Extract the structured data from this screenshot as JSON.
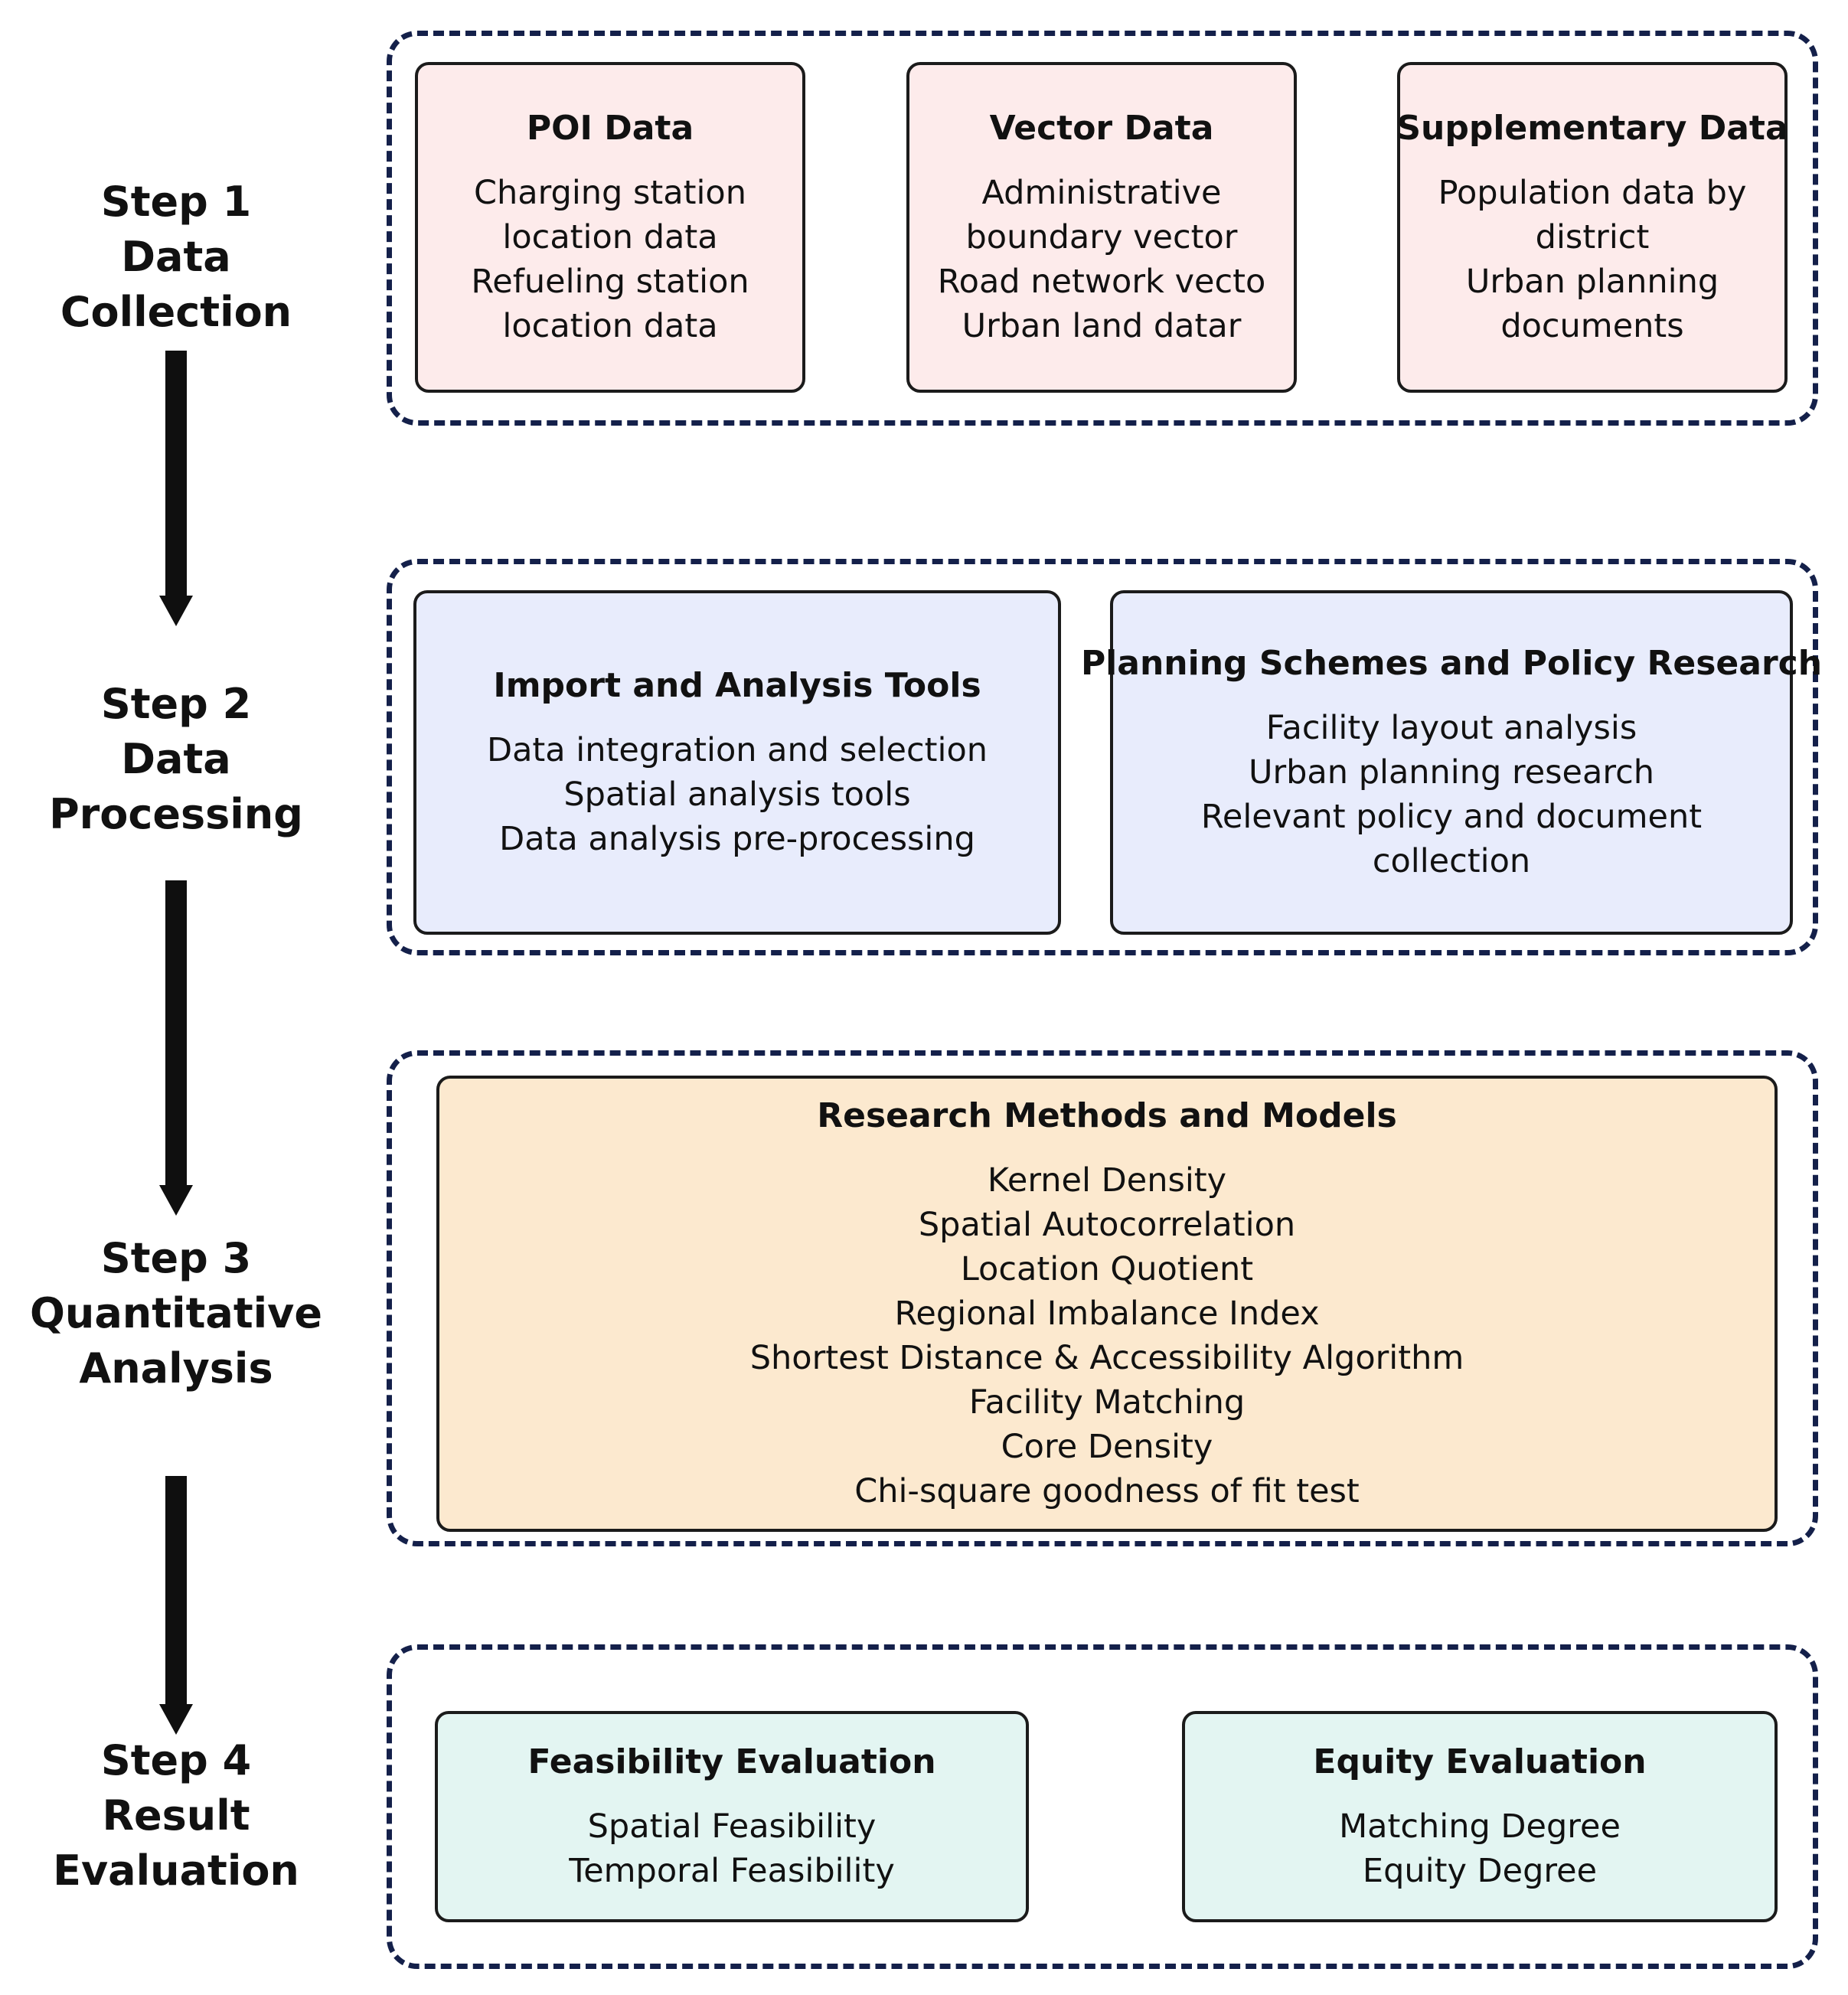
{
  "steps": [
    {
      "label_line1": "Step 1",
      "label_line2": "Data Collection",
      "boxes": [
        {
          "title": "POI Data",
          "lines": [
            "Charging station",
            "location data",
            "Refueling station",
            "location data"
          ]
        },
        {
          "title": "Vector Data",
          "lines": [
            "Administrative",
            "boundary vector",
            "Road network vecto",
            "Urban land datar"
          ]
        },
        {
          "title": "Supplementary Data",
          "lines": [
            "Population data by",
            "district",
            "Urban planning",
            "documents"
          ]
        }
      ]
    },
    {
      "label_line1": "Step 2",
      "label_line2": "Data",
      "label_line3": "Processing",
      "boxes": [
        {
          "title": "Import and Analysis Tools",
          "lines": [
            "Data integration and selection",
            "Spatial analysis tools",
            "Data analysis pre-processing"
          ]
        },
        {
          "title": "Planning Schemes and Policy Research",
          "lines": [
            "Facility layout analysis",
            "Urban planning research",
            "Relevant policy and document",
            "collection"
          ]
        }
      ]
    },
    {
      "label_line1": "Step 3",
      "label_line2": "Quantitative",
      "label_line3": "Analysis",
      "boxes": [
        {
          "title": "Research Methods and Models",
          "lines": [
            "Kernel Density",
            "Spatial Autocorrelation",
            "Location Quotient",
            "Regional Imbalance Index",
            "Shortest Distance & Accessibility Algorithm",
            "Facility Matching",
            "Core Density",
            "Chi-square goodness of fit test"
          ]
        }
      ]
    },
    {
      "label_line1": "Step 4",
      "label_line2": "Result",
      "label_line3": "Evaluation",
      "boxes": [
        {
          "title": "Feasibility Evaluation",
          "lines": [
            "Spatial Feasibility",
            "Temporal Feasibility"
          ]
        },
        {
          "title": "Equity Evaluation",
          "lines": [
            "Matching Degree",
            "Equity Degree"
          ]
        }
      ]
    }
  ],
  "colors": {
    "step1_box_fill": "#fdebeb",
    "step2_box_fill": "#e8ecfc",
    "step3_box_fill": "#fce9cf",
    "step4_box_fill": "#e3f5f2",
    "group_border": "#14204a",
    "arrow": "#0f0f0f"
  }
}
